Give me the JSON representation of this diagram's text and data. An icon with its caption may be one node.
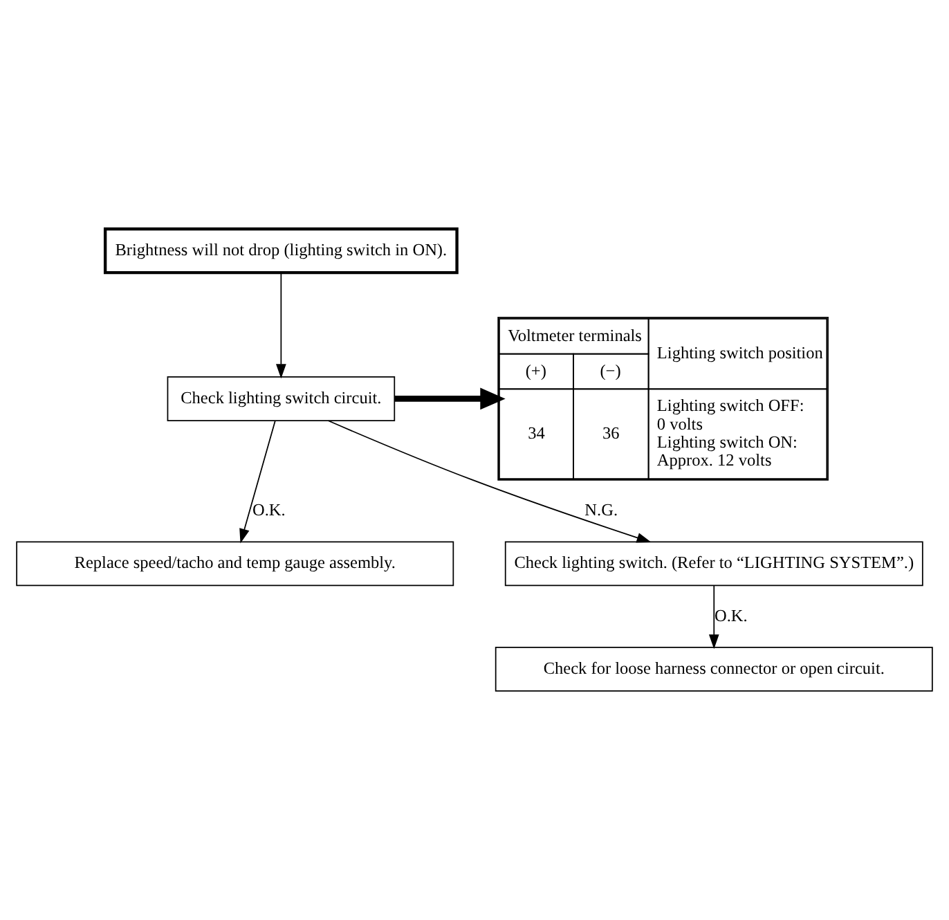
{
  "diagram": {
    "nodes": [
      {
        "text": [
          "Brightness will not drop (lighting switch in ON)."
        ]
      },
      {
        "text": [
          "Check lighting switch circuit."
        ]
      },
      {
        "text": [
          "Voltmeter terminals",
          "(+)",
          "(−)",
          "Lighting switch position",
          "34",
          "36",
          "Lighting switch OFF:",
          "0 volts",
          "Lighting switch ON:",
          "Approx. 12 volts"
        ]
      },
      {
        "text": [
          "Replace speed/tacho and temp gauge assembly."
        ]
      },
      {
        "text": [
          "Check lighting switch. (Refer to “LIGHTING SYSTEM”.)"
        ]
      },
      {
        "text": [
          "Check for loose harness connector or open circuit."
        ]
      }
    ],
    "edges": [
      {
        "from": 0,
        "to": 1,
        "arrow": "to"
      },
      {
        "from": 1,
        "to": 2,
        "arrow": "to",
        "style": "thick"
      },
      {
        "from": 1,
        "to": 3,
        "arrow": "to",
        "label": "O.K."
      },
      {
        "from": 1,
        "to": 4,
        "arrow": "to",
        "label": "N.G."
      },
      {
        "from": 4,
        "to": 5,
        "arrow": "to",
        "label": "O.K."
      }
    ]
  }
}
